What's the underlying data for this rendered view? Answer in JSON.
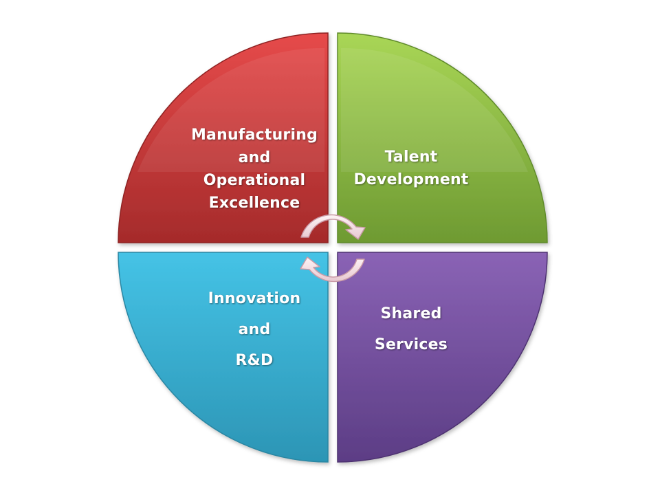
{
  "quadrants": [
    {
      "id": "manufacturing",
      "lines": [
        "Manufacturing",
        "and",
        "Operational",
        "Excellence"
      ],
      "color_top": "#e64a4a",
      "color_bottom": "#a52b2b"
    },
    {
      "id": "talent",
      "lines": [
        "Talent",
        "Development"
      ],
      "color_top": "#a9d656",
      "color_bottom": "#6e9a32"
    },
    {
      "id": "innovation",
      "lines": [
        "Innovation",
        "and",
        "R&D"
      ],
      "color_top": "#45c3e6",
      "color_bottom": "#2c95b5"
    },
    {
      "id": "shared",
      "lines": [
        "Shared",
        "Services"
      ],
      "color_top": "#8a63b5",
      "color_bottom": "#5c3d85"
    }
  ],
  "cycle_arrows": {
    "fill": "#f5e2e6",
    "stroke": "#c99aa6"
  }
}
